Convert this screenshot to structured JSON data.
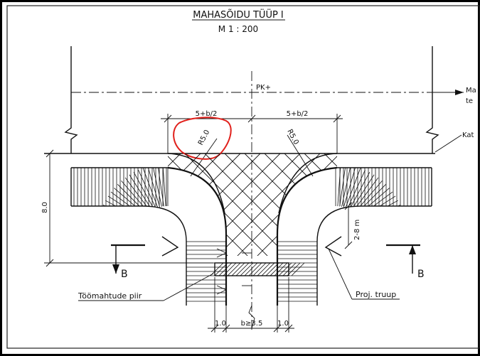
{
  "title": "MAHASÕIDU TÜÜP I",
  "scale": "M 1 : 200",
  "station_label": "PK+",
  "right_edge_labels": [
    "Ma",
    "te",
    "Kat"
  ],
  "dimensions": {
    "top_left": "5+b/2",
    "top_right": "5+b/2",
    "radius_left": "R5.0",
    "radius_right": "R5.0",
    "height_left": "8.0",
    "depth_right": "2-8 m",
    "bottom_left": "1.0",
    "bottom_center": "b≥3.5",
    "bottom_right": "1.0"
  },
  "section_marks": {
    "left": "B",
    "right": "B"
  },
  "labels": {
    "work_boundary": "Töömahtude piir",
    "culvert": "Proj. truup"
  },
  "colors": {
    "line": "#111111",
    "annotation": "#e0201b",
    "border": "#000000"
  }
}
